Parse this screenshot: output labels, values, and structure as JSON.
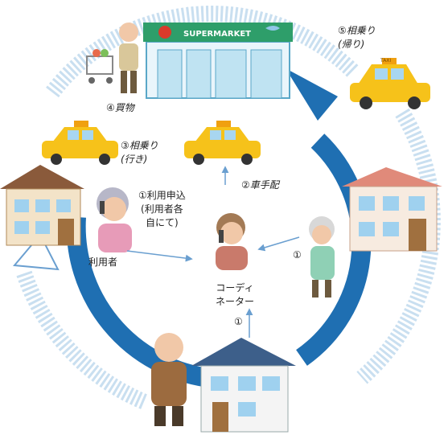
{
  "store": {
    "sign": "SUPERMARKET"
  },
  "taxi": {
    "roof": "TAXI"
  },
  "labels": {
    "return_ride": "⑤相乗り\n(帰り)",
    "shopping": "④買物",
    "outbound_ride": "③相乗り\n(行き)",
    "arrange_car": "②車手配",
    "apply": "①利用申込\n(利用者各\n自にて)",
    "user": "利用者",
    "coordinator": "コーディ\nネーター",
    "apply_right": "①",
    "apply_bottom": "①"
  },
  "colors": {
    "arrow_blue": "#1f6fb2",
    "arrow_light": "#c9dff0",
    "roof_brown": "#8a5a3b",
    "taxi_yellow": "#f6c21a",
    "store_green": "#2e9e6a"
  }
}
